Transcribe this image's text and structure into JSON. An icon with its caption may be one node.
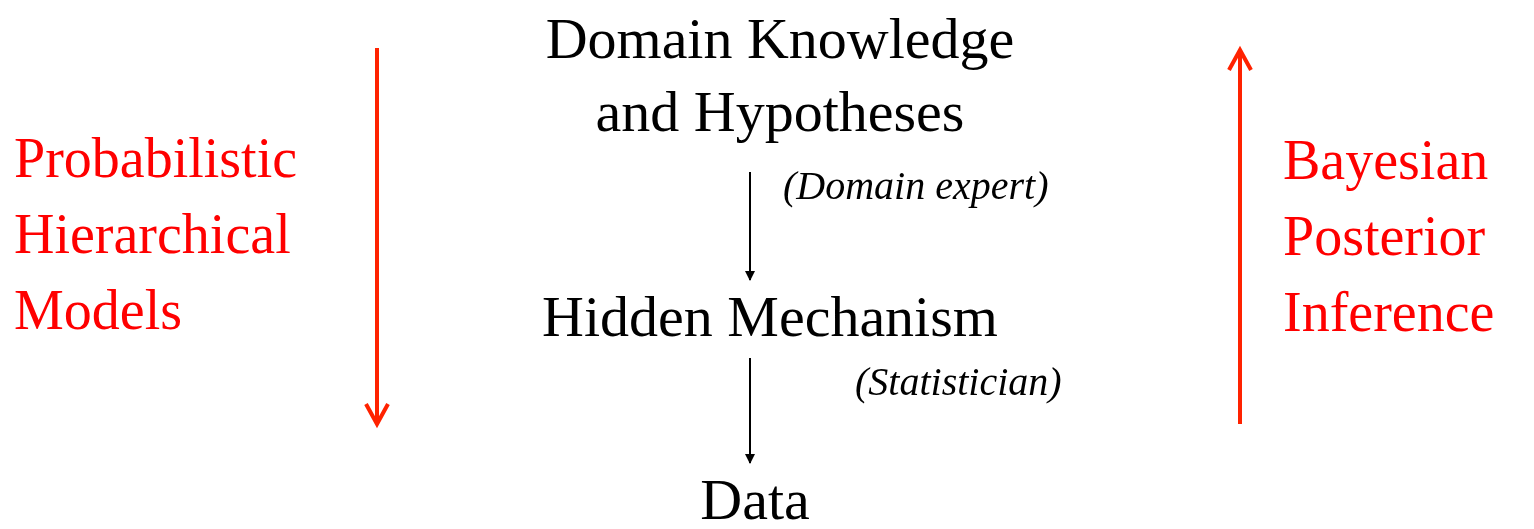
{
  "diagram": {
    "nodes": [
      {
        "text": [
          "Domain Knowledge and Hypotheses"
        ]
      },
      {
        "text": [
          "Hidden Mechanism"
        ]
      },
      {
        "text": [
          "Data"
        ]
      }
    ],
    "edges": [
      {
        "from": 0,
        "to": 1,
        "arrow": "to",
        "label": "(Domain expert)"
      },
      {
        "from": 1,
        "to": 2,
        "arrow": "to",
        "label": "(Statistician)"
      }
    ],
    "labels": [
      "Probabilistic Hierarchical Models",
      "Bayesian Posterior Inference"
    ]
  }
}
